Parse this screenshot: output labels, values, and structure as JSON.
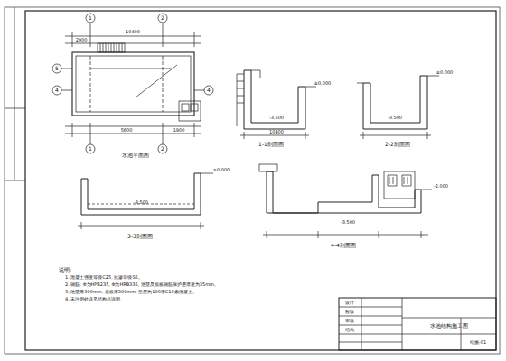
{
  "diagram": {
    "labels": [
      "水池平面图",
      "1-1剖面图",
      "2-2剖面图",
      "3-3剖面图",
      "4-4剖面图",
      "1",
      "2",
      "1",
      "2",
      "5",
      "4",
      "4",
      "10400",
      "2900",
      "5600",
      "1900",
      "10400",
      "±0.000",
      "-3.500",
      "±0.000",
      "-3.500",
      "-3.500",
      "±0.000",
      "-3.500",
      "-2.000",
      "说明:",
      "1. 混凝土强度等级C25, 抗渗等级S6。",
      "2. 钢筋: Φ为HPB235, Φ为HRB335, 池壁及底板钢筋保护层厚度为35mm。",
      "3. 池壁厚300mm, 底板厚300mm, 垫层为100厚C10素混凝土。",
      "4. 未注明处详见结构总说明。",
      "设计",
      "校核",
      "审核",
      "结构",
      "水池结构施工图",
      "结施-01"
    ]
  }
}
